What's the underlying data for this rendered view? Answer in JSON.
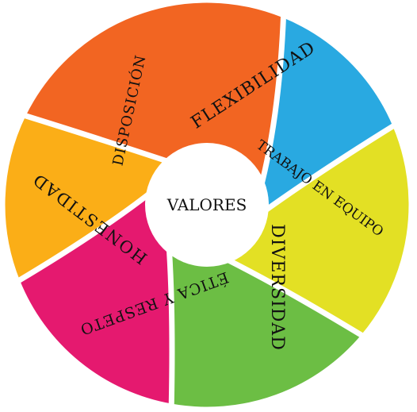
{
  "diagram": {
    "center": {
      "label": "VALORES"
    },
    "segments": [
      {
        "label": "FLEXIBILIDAD",
        "color": "#29A9E1"
      },
      {
        "label": "TRABAJO EN EQUIPO",
        "color": "#E3E024"
      },
      {
        "label": "DIVERSIDAD",
        "color": "#6CBE44"
      },
      {
        "label": "ÉTICA Y RESPETO",
        "color": "#E5196F"
      },
      {
        "label": "HONESTIDAD",
        "color": "#FBAE17"
      },
      {
        "label": "DISPOSICIÓN",
        "color": "#F26522"
      }
    ]
  }
}
